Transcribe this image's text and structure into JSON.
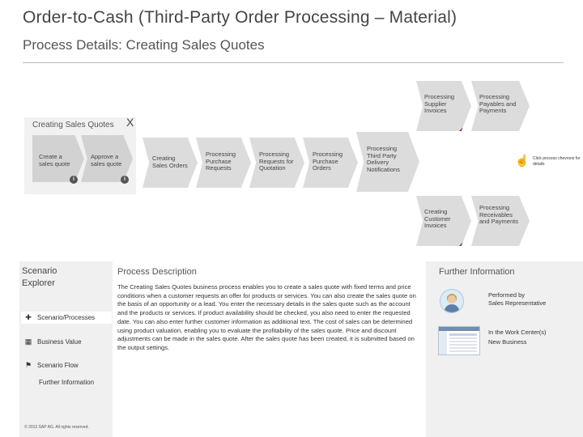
{
  "header": {
    "title": "Order-to-Cash (Third-Party Order Processing – Material)",
    "subtitle": "Process Details: Creating Sales Quotes"
  },
  "flow": {
    "group_title": "Creating Sales Quotes",
    "group_close_glyph": "X",
    "steps": [
      {
        "label": "Create a sales quote"
      },
      {
        "label": "Approve a sales quote"
      },
      {
        "label": "Creating Sales Orders"
      },
      {
        "label": "Processing Purchase Requests"
      },
      {
        "label": "Processing Requests for Quotation"
      },
      {
        "label": "Processing Purchase Orders"
      },
      {
        "label": "Processing Third Party Delivery Notifications"
      }
    ],
    "branches_top": [
      {
        "label": "Processing Supplier Invoices"
      },
      {
        "label": "Processing Payables and Payments"
      }
    ],
    "branches_bottom": [
      {
        "label": "Creating Customer Invoices"
      },
      {
        "label": "Processing Receivables and Payments"
      }
    ],
    "hint": "Click process chevrons for details",
    "info_glyph": "i",
    "hand_glyph": "☝",
    "accent_color": "#6a2a8a"
  },
  "sidebar": {
    "title": "Scenario Explorer",
    "items": [
      {
        "label": "Scenario/Processes",
        "icon": "puzzle-icon",
        "glyph": "✚"
      },
      {
        "label": "Business Value",
        "icon": "calculator-icon",
        "glyph": "▦"
      },
      {
        "label": "Scenario Flow",
        "icon": "flag-icon",
        "glyph": "⚑"
      },
      {
        "label": "Further Information",
        "icon": "info-icon",
        "glyph": ""
      }
    ],
    "copyright": "© 2013 SAP AG. All rights reserved."
  },
  "description": {
    "heading": "Process Description",
    "body": "The Creating Sales Quotes business process enables you to create a sales quote with fixed terms and price conditions when a customer requests an offer for products or services. You can also create the sales quote on the basis of an opportunity or a lead. You enter the necessary details in the sales quote such as the account and the products or services. If product availability should be checked, you also need to enter the requested date. You can also enter further customer information as additional text. The cost of sales can be determined using product valuation, enabling you to evaluate the profitability of the sales quote. Price and discount adjustments can be made in the sales quote. After the sales quote has been created, it is submitted based on the output settings."
  },
  "further": {
    "heading": "Further Information",
    "performed_by_label": "Performed by",
    "performed_by_value": "Sales Representative",
    "work_center_label": "In the Work Center(s)",
    "work_center_value": "New Business"
  }
}
